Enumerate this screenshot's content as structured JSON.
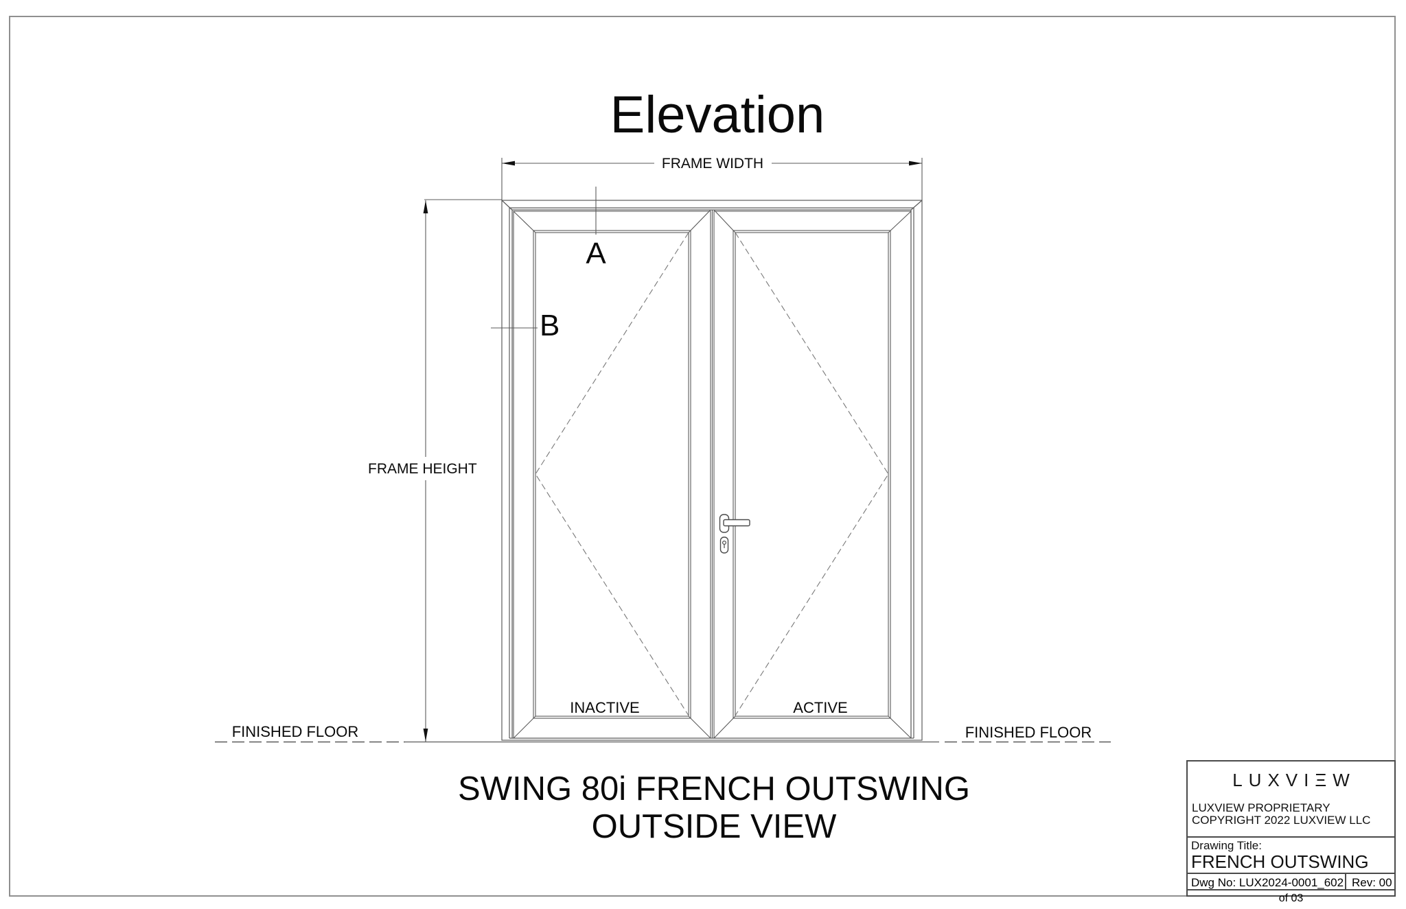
{
  "title": "Elevation",
  "dimensions": {
    "width_label": "FRAME WIDTH",
    "height_label": "FRAME HEIGHT"
  },
  "tags": {
    "a": "A",
    "b": "B"
  },
  "panels": {
    "left": "INACTIVE",
    "right": "ACTIVE"
  },
  "floor": {
    "left": "FINISHED FLOOR",
    "right": "FINISHED FLOOR"
  },
  "caption": {
    "line1": "SWING 80i FRENCH OUTSWING",
    "line2": "OUTSIDE VIEW"
  },
  "title_block": {
    "logo": "LUXVIΞW",
    "proprietary_line1": "LUXVIEW PROPRIETARY",
    "proprietary_line2": "COPYRIGHT 2022 LUXVIEW LLC",
    "drawing_title_label": "Drawing Title:",
    "drawing_title": "FRENCH OUTSWING",
    "dwg_no": "Dwg No: LUX2024-0001_602",
    "rev": "Rev: 00",
    "sheet": "of 03"
  },
  "colors": {
    "line": "#555555",
    "dashed": "#777777",
    "arrow": "#111111",
    "page_border": "#8f8f8f",
    "text": "#0a0a0a"
  }
}
